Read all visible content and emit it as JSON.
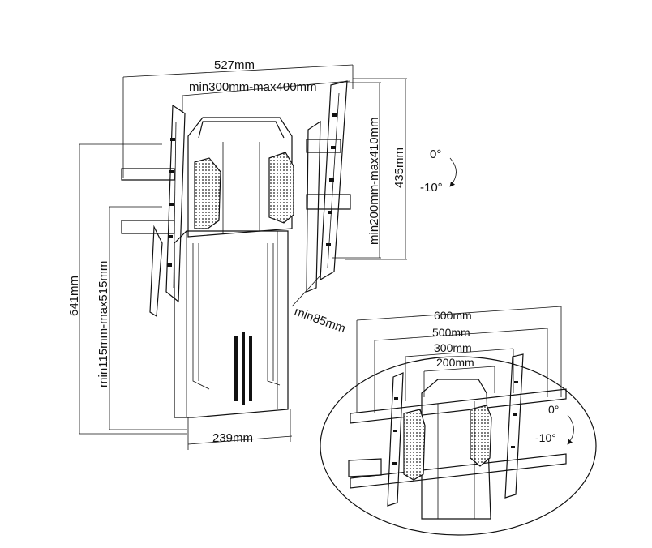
{
  "main_view": {
    "width_527": "527mm",
    "vesa_h_range": "min300mm-max400mm",
    "vesa_v_range": "min200mm-max410mm",
    "height_435": "435mm",
    "total_height": "641mm",
    "lift_range": "min115mm-max515mm",
    "depth_min": "min85mm",
    "base_width": "239mm",
    "tilt_up": "0°",
    "tilt_down": "-10°"
  },
  "detail_view": {
    "width_600": "600mm",
    "width_500": "500mm",
    "width_300": "300mm",
    "width_200": "200mm",
    "tilt_up": "0°",
    "tilt_down": "-10°"
  }
}
